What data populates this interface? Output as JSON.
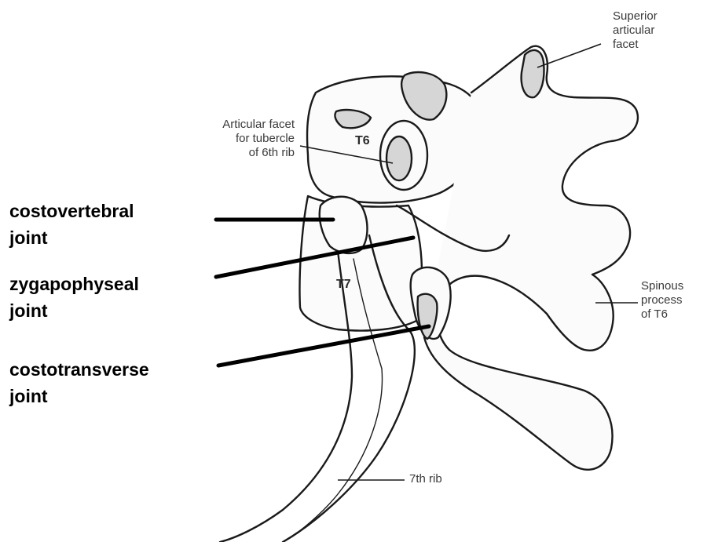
{
  "labels": {
    "superior_articular_facet": [
      "Superior",
      "articular",
      "facet"
    ],
    "articular_facet_tubercle": [
      "Articular facet",
      "for tubercle",
      "of 6th rib"
    ],
    "t6": "T6",
    "t7": "T7",
    "spinous_process": [
      "Spinous",
      "process",
      "of T6"
    ],
    "seventh_rib": "7th rib"
  },
  "annotations": {
    "costovertebral": [
      "costovertebral",
      "joint"
    ],
    "zygapophyseal": [
      "zygapophyseal",
      "joint"
    ],
    "costotransverse": [
      "costotransverse",
      "joint"
    ]
  }
}
